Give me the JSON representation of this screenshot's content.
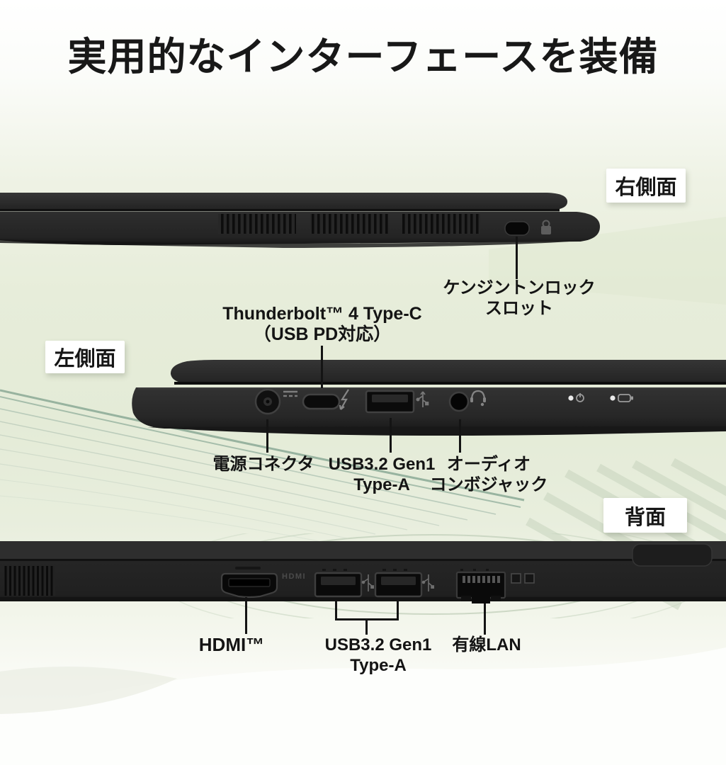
{
  "title": "実用的なインターフェースを装備",
  "views": {
    "right": {
      "badge": "右側面",
      "kensington_label_1": "ケンジントンロック",
      "kensington_label_2": "スロット"
    },
    "left": {
      "badge": "左側面",
      "thunderbolt_label_1": "Thunderbolt™ 4 Type-C",
      "thunderbolt_label_2": "（USB PD対応）",
      "power_label": "電源コネクタ",
      "usb_label_1": "USB3.2 Gen1",
      "usb_label_2": "Type-A",
      "audio_label_1": "オーディオ",
      "audio_label_2": "コンボジャック"
    },
    "back": {
      "badge": "背面",
      "hdmi_label": "HDMI™",
      "usb_label_1": "USB3.2 Gen1",
      "usb_label_2": "Type-A",
      "lan_label": "有線LAN",
      "hdmi_port_text": "HDMI"
    }
  },
  "colors": {
    "background_tint": "#e4ebd7",
    "laptop_body": "#262626",
    "port_hole": "#0a0a0a",
    "callout_line": "#141414",
    "swoosh_line": "#84a391",
    "badge_background": "#ffffff"
  },
  "icons": {
    "kensington": "kensington-lock-icon",
    "dc_power": "dc-power-icon",
    "thunderbolt": "thunderbolt-icon",
    "usb_ss": "usb-ss-icon",
    "headset": "headset-icon",
    "power_led": "power-led-icon",
    "battery_led": "battery-led-icon",
    "lan_leds": "lan-indicator-icon"
  }
}
